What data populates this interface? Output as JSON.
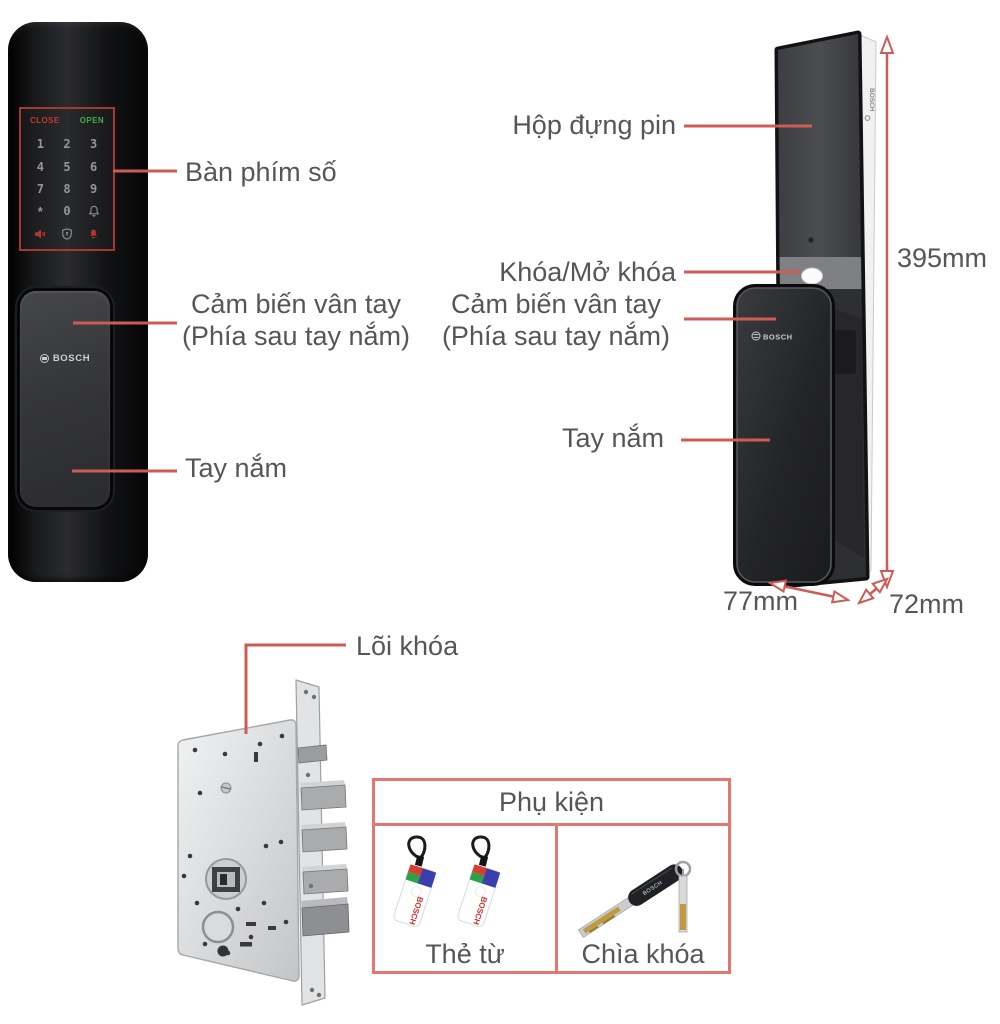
{
  "colors": {
    "accent_line": "#cf5b55",
    "box_border": "#e5756f",
    "keypad_outline": "#a33a31",
    "label_text": "#55565a",
    "close_red": "#bf3a2e",
    "open_green": "#3cb048"
  },
  "front_lock": {
    "brand": "BOSCH",
    "keypad": {
      "close": "CLOSE",
      "open": "OPEN",
      "digits": [
        "1",
        "2",
        "3",
        "4",
        "5",
        "6",
        "7",
        "8",
        "9"
      ],
      "star": "*",
      "zero": "0"
    }
  },
  "back_lock": {
    "brand": "BOSCH",
    "edge_brand": "BOSCH"
  },
  "labels": {
    "keypad": "Bàn phím số",
    "fingerprint_line1": "Cảm biến vân tay",
    "fingerprint_line2": "(Phía sau tay nắm)",
    "handle": "Tay nắm",
    "battery": "Hộp đựng pin",
    "lock_unlock": "Khóa/Mở khóa",
    "fingerprint_right_line1": "Cảm biến vân tay",
    "fingerprint_right_line2": "(Phía sau tay nắm)",
    "handle_right": "Tay nắm",
    "lock_core": "Lõi khóa"
  },
  "dimensions": {
    "height": "395mm",
    "width": "77mm",
    "depth": "72mm"
  },
  "accessories": {
    "title": "Phụ kiện",
    "card_label": "Thẻ từ",
    "key_label": "Chìa khóa",
    "fob_brand": "BOSCH",
    "key_brand": "BOSCH"
  }
}
